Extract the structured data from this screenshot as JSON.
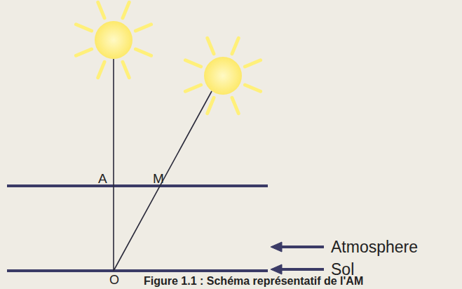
{
  "diagram": {
    "caption": "Figure 1.1 : Schéma représentatif de l'AM",
    "labels": [
      "A",
      "M",
      "O",
      "Atmosphere",
      "Sol"
    ]
  }
}
